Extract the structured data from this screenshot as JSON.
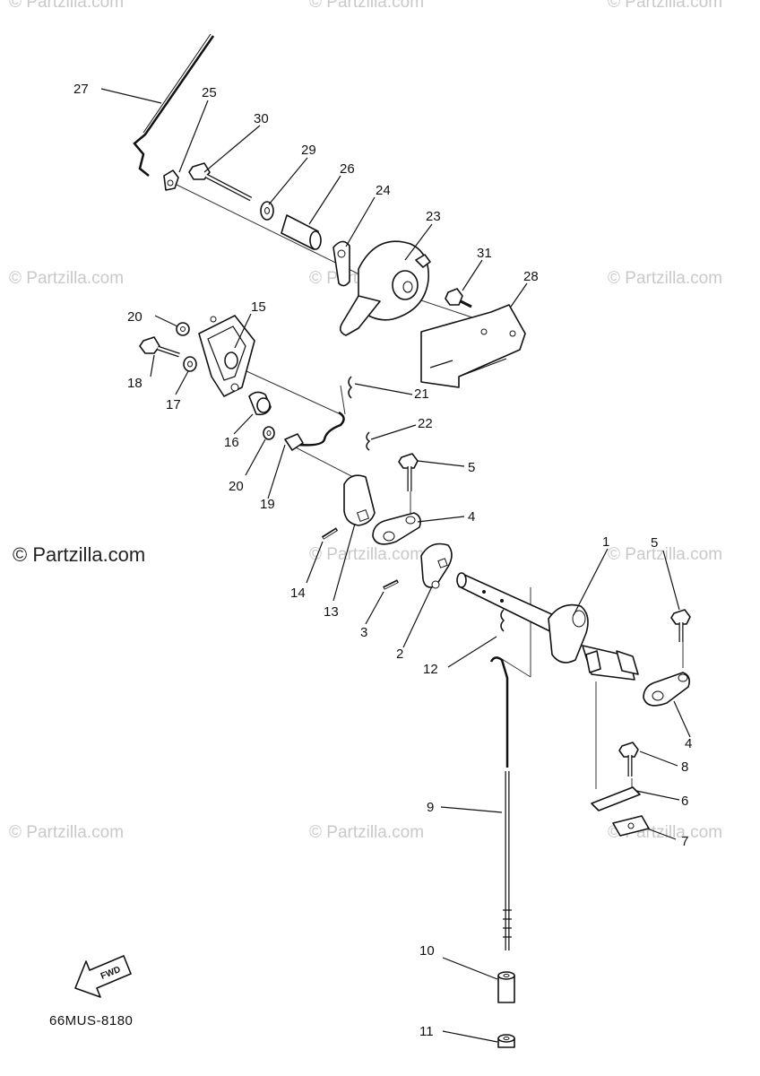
{
  "watermark": {
    "text": "© Partzilla.com",
    "main_text": "© Partzilla.com"
  },
  "diagram_code": "66MUS-8180",
  "fwd_arrow_label": "FWD",
  "callouts": [
    {
      "id": "c27",
      "label": "27"
    },
    {
      "id": "c25",
      "label": "25"
    },
    {
      "id": "c30",
      "label": "30"
    },
    {
      "id": "c29",
      "label": "29"
    },
    {
      "id": "c26",
      "label": "26"
    },
    {
      "id": "c24",
      "label": "24"
    },
    {
      "id": "c23",
      "label": "23"
    },
    {
      "id": "c31",
      "label": "31"
    },
    {
      "id": "c28",
      "label": "28"
    },
    {
      "id": "c20a",
      "label": "20"
    },
    {
      "id": "c15",
      "label": "15"
    },
    {
      "id": "c18",
      "label": "18"
    },
    {
      "id": "c17",
      "label": "17"
    },
    {
      "id": "c16",
      "label": "16"
    },
    {
      "id": "c21",
      "label": "21"
    },
    {
      "id": "c22",
      "label": "22"
    },
    {
      "id": "c20b",
      "label": "20"
    },
    {
      "id": "c19",
      "label": "19"
    },
    {
      "id": "c5a",
      "label": "5"
    },
    {
      "id": "c4a",
      "label": "4"
    },
    {
      "id": "c14",
      "label": "14"
    },
    {
      "id": "c13",
      "label": "13"
    },
    {
      "id": "c3",
      "label": "3"
    },
    {
      "id": "c2",
      "label": "2"
    },
    {
      "id": "c1",
      "label": "1"
    },
    {
      "id": "c5b",
      "label": "5"
    },
    {
      "id": "c12",
      "label": "12"
    },
    {
      "id": "c4b",
      "label": "4"
    },
    {
      "id": "c8",
      "label": "8"
    },
    {
      "id": "c6",
      "label": "6"
    },
    {
      "id": "c9",
      "label": "9"
    },
    {
      "id": "c7",
      "label": "7"
    },
    {
      "id": "c10",
      "label": "10"
    },
    {
      "id": "c11",
      "label": "11"
    }
  ]
}
